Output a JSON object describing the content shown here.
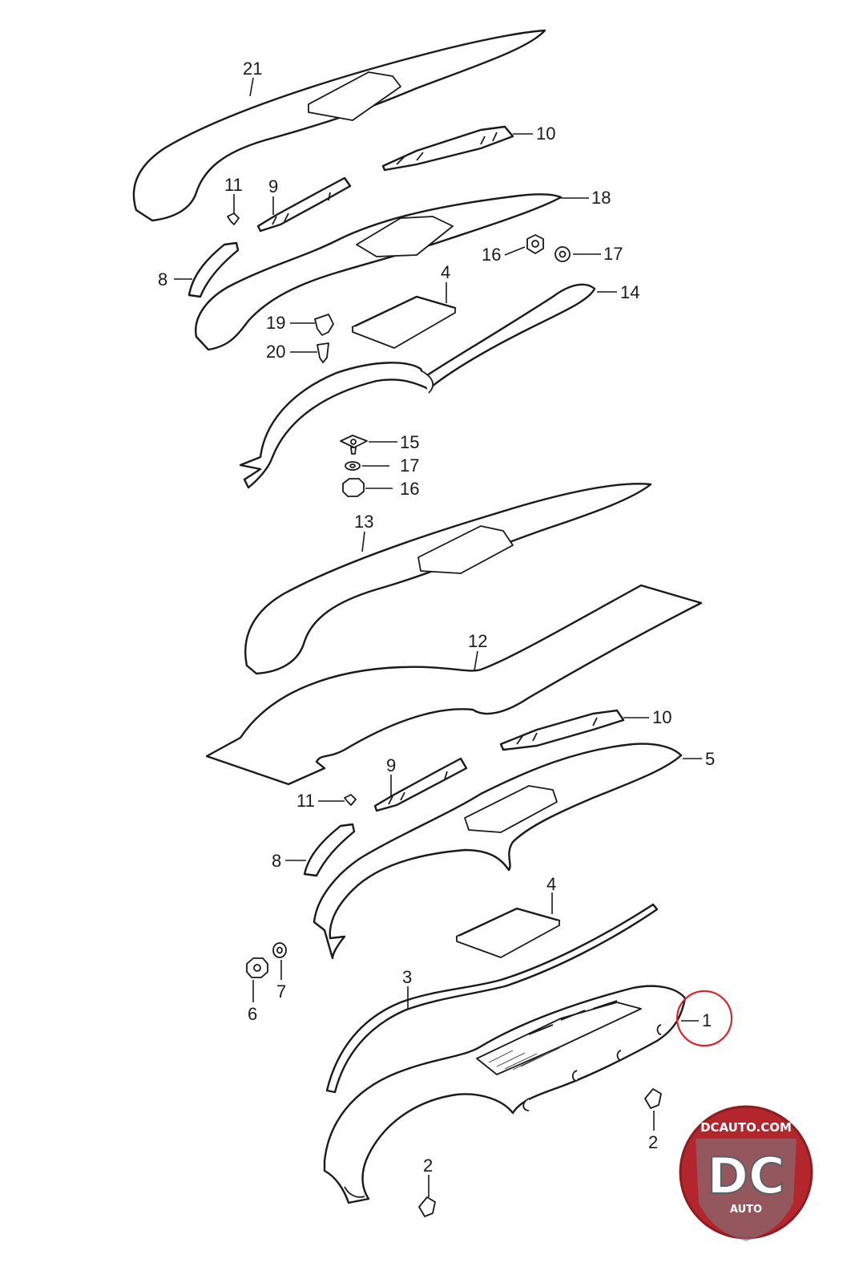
{
  "callouts": {
    "c21": "21",
    "c10a": "10",
    "c11a": "11",
    "c9a": "9",
    "c18": "18",
    "c8a": "8",
    "c16a": "16",
    "c17a": "17",
    "c4a": "4",
    "c14": "14",
    "c19": "19",
    "c20": "20",
    "c15": "15",
    "c17b": "17",
    "c16b": "16",
    "c13": "13",
    "c12": "12",
    "c10b": "10",
    "c5": "5",
    "c9b": "9",
    "c11b": "11",
    "c8b": "8",
    "c4b": "4",
    "c6": "6",
    "c7": "7",
    "c3": "3",
    "c1": "1",
    "c2a": "2",
    "c2b": "2"
  },
  "logo": {
    "domain": "DCAUTO.COM",
    "letters": "DC",
    "word": "AUTO"
  },
  "colors": {
    "line": "#1a1a1a",
    "highlight": "#d9252b",
    "logo_red": "#b3262c",
    "logo_gray": "#7a7f86"
  }
}
